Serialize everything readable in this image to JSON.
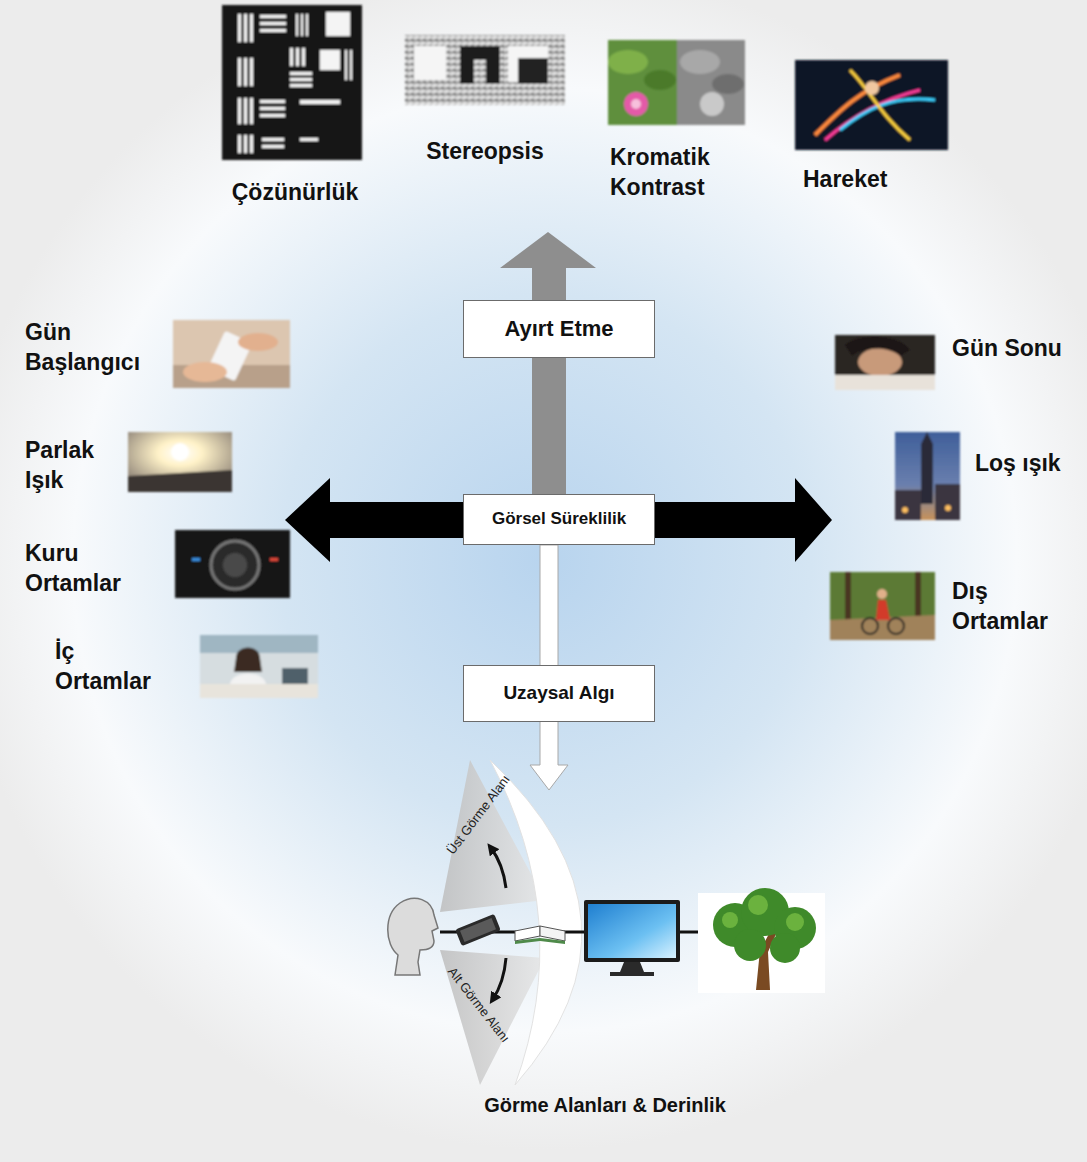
{
  "diagram": {
    "nodes": [
      {
        "text": [
          "Çözünürlük"
        ]
      },
      {
        "text": [
          "Stereopsis"
        ]
      },
      {
        "text": [
          "Kromatik Kontrast"
        ]
      },
      {
        "text": [
          "Hareket"
        ]
      },
      {
        "text": [
          "Gün Başlangıcı"
        ]
      },
      {
        "text": [
          "Parlak Işık"
        ]
      },
      {
        "text": [
          "Kuru Ortamlar"
        ]
      },
      {
        "text": [
          "İç Ortamlar"
        ]
      },
      {
        "text": [
          "Gün Sonu"
        ]
      },
      {
        "text": [
          "Loş ışık"
        ]
      },
      {
        "text": [
          "Dış Ortamlar"
        ]
      },
      {
        "text": [
          "Ayırt Etme"
        ]
      },
      {
        "text": [
          "Görsel Süreklilik"
        ]
      },
      {
        "text": [
          "Uzaysal Algı"
        ]
      },
      {
        "text": [
          "Görme Alanları & Derinlik"
        ]
      }
    ],
    "labels": [
      "Üst Görme Alanı",
      "Alt Görme Alanı"
    ]
  }
}
